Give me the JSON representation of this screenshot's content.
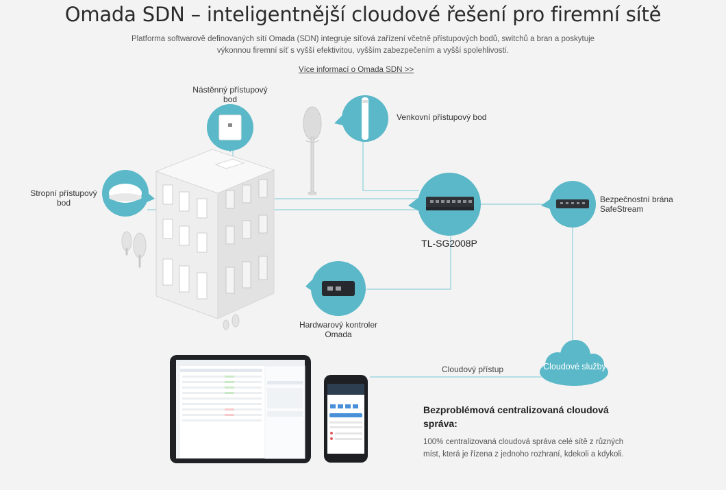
{
  "header": {
    "title": "Omada SDN – inteligentnější cloudové řešení pro firemní sítě",
    "intro": "Platforma softwarově definovaných sítí Omada (SDN) integruje síťová zařízení včetně přístupových bodů, switchů a bran a poskytuje výkonnou firemní síť s vyšší efektivitou, vyšším zabezpečením a vyšší spolehlivostí.",
    "more_link": "Více informací o Omada SDN >>"
  },
  "diagram": {
    "wall_ap": "Nástěnný přístupový bod",
    "outdoor_ap": "Venkovní přístupový bod",
    "ceiling_ap": "Stropní přístupový bod",
    "gateway": "Bezpečnostní brána SafeStream",
    "switch_model": "TL-SG2008P",
    "controller": "Hardwarový kontroler Omada",
    "cloud_access": "Cloudový přístup",
    "cloud_services": "Cloudové služby"
  },
  "feature": {
    "title": "Bezproblémová centralizovaná cloudová správa:",
    "text": "100% centralizovaná cloudová správa celé sítě z různých míst, která je řízena z jednoho rozhraní, kdekoli a kdykoli."
  },
  "colors": {
    "accent": "#5ab8c8",
    "line": "#9fd6e0",
    "background": "#f3f3f3"
  },
  "icons": {
    "tablet": "tablet-dashboard-icon",
    "phone": "phone-app-icon",
    "cloud": "cloud-icon"
  }
}
